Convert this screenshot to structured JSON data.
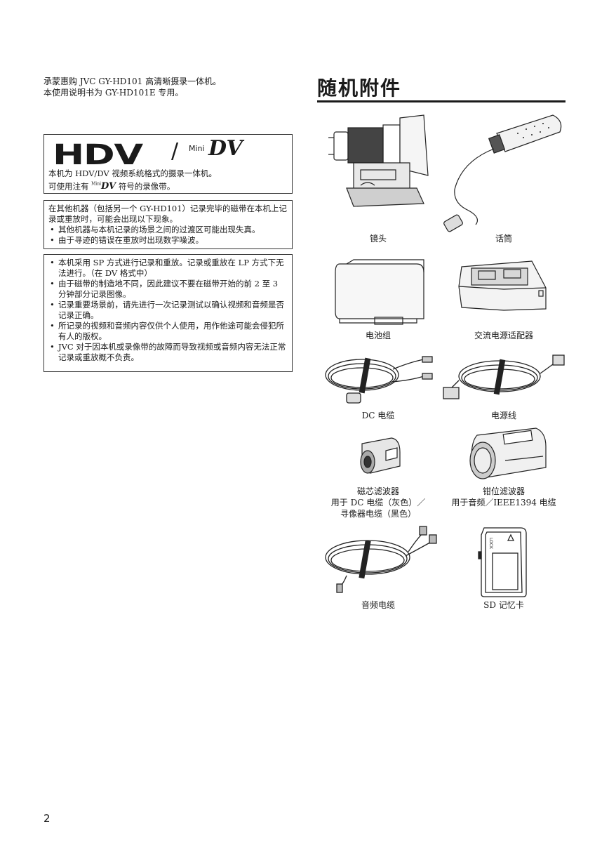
{
  "intro": {
    "line1": "承蒙惠购 JVC GY-HD101 高清晰摄录一体机。",
    "line2": "本使用说明书为 GY-HD101E 专用。"
  },
  "format_box": {
    "logo_hdv": "HDV",
    "logo_slash": "/",
    "logo_mini": "Mini",
    "logo_dv": "DV",
    "line1": "本机为 HDV/DV 视频系统格式的摄录一体机。",
    "line2_before": "可使用注有",
    "line2_logo_mini": "Mini",
    "line2_logo_dv": "DV",
    "line2_after": "符号的录像带。"
  },
  "box2": {
    "para": "在其他机器（包括另一个 GY-HD101）记录完毕的磁带在本机上记录或重放时，可能会出现以下现象。",
    "bullets": [
      "其他机器与本机记录的场景之间的过渡区可能出现失真。",
      "由于寻迹的错误在重放时出现数字噪波。"
    ]
  },
  "box3": {
    "bullets": [
      "本机采用 SP 方式进行记录和重放。记录或重放在 LP 方式下无法进行。（在 DV 格式中）",
      "由于磁带的制造地不同，因此建议不要在磁带开始的前 2 至 3 分钟部分记录图像。",
      "记录重要场景前，请先进行一次记录测试以确认视频和音频是否记录正确。",
      "所记录的视频和音频内容仅供个人使用，用作他途可能会侵犯所有人的版权。",
      "JVC 对于因本机或录像带的故障而导致视频或音频内容无法正常记录或重放概不负责。"
    ]
  },
  "accessories": {
    "title": "随机附件",
    "items": [
      {
        "caption": "镜头"
      },
      {
        "caption": "话筒"
      },
      {
        "caption": "电池组"
      },
      {
        "caption": "交流电源适配器"
      },
      {
        "caption": "DC 电缆"
      },
      {
        "caption": "电源线"
      },
      {
        "caption": "磁芯滤波器",
        "sub1": "用于 DC 电缆（灰色）／",
        "sub2": "寻像器电缆（黑色）"
      },
      {
        "caption": "钳位滤波器",
        "sub1": "用于音频／IEEE1394 电缆"
      },
      {
        "caption": "音频电缆"
      },
      {
        "caption": "SD 记忆卡",
        "card_label": "LOCK"
      }
    ]
  },
  "page_number": "2"
}
